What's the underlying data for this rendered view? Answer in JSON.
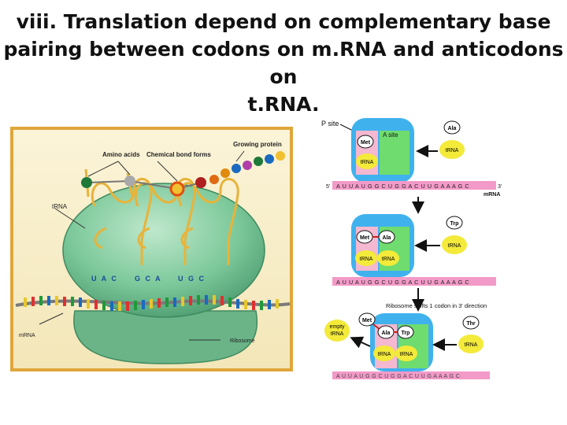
{
  "title": {
    "line1": "viii.  Translation depend on complementary base",
    "line2": "pairing between codons on m.RNA and anticodons on",
    "line3": "t.RNA."
  },
  "left_figure": {
    "label_amino_acids": "Amino acids",
    "label_chemical_bond": "Chemical bond forms",
    "label_growing_protein": "Growing protein",
    "label_trna": "tRNA",
    "label_mrna": "mRNA",
    "label_ribosome": "Ribosome",
    "anticodon_1": "U A C",
    "anticodon_2": "G C A",
    "anticodon_3": "U G C"
  },
  "right_figure": {
    "p_site": "P site",
    "a_site": "A site",
    "five_prime": "5'",
    "three_prime": "3'",
    "mrna_label": "mRNA",
    "mrna_sequence_1": "A U U A U G G C U G G A C U U G A A A G C",
    "mrna_sequence_2": "A U U A U G G C U G G A C U U G A A A G C",
    "mrna_sequence_3": "A U U A U G G C U G G A C U U G A A A G C",
    "met": "Met",
    "ala": "Ala",
    "trp": "Trp",
    "thr": "Thr",
    "trna": "tRNA",
    "ribosome_shift": "Ribosome shifts 1 codon in 3' direction",
    "empty_trna_line1": "empty",
    "empty_trna_line2": "tRNA"
  },
  "colors": {
    "ribosome": "#7cc89a",
    "ribosome_dark": "#4a9a6e",
    "trna_gold": "#e8b33a",
    "ribosome_blue": "#3fb2ee",
    "a_site_green": "#6fdc6f",
    "p_site_pink": "#f4b8d0",
    "trna_yellow": "#f3ea3a",
    "mrna_pink": "#f29ac8"
  }
}
